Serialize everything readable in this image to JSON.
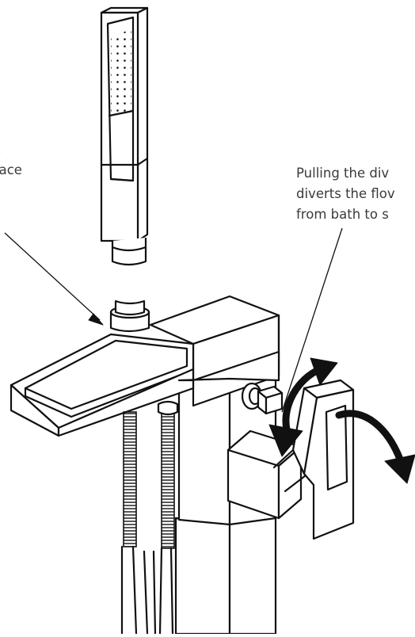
{
  "labels": {
    "left": {
      "line1": "t",
      "line2": "lace"
    },
    "right": {
      "line1": "Pulling the div",
      "line2": "diverts the flov",
      "line3": "from bath to s"
    }
  },
  "colors": {
    "line": "#111111",
    "text": "#3a3a3a",
    "background": "#ffffff"
  },
  "icons": [
    "leader-line",
    "rotate-arrow-icon",
    "lever-arrow-icon"
  ]
}
